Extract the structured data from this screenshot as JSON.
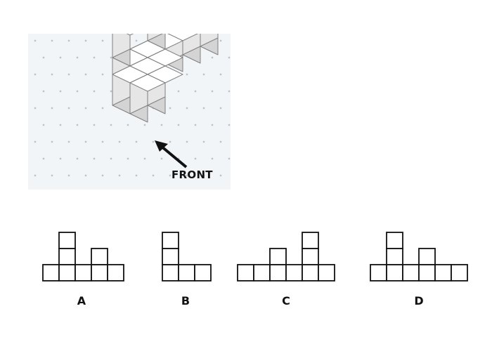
{
  "figure": {
    "front_label": "FRONT",
    "colors": {
      "panel_bg": "#f2f5f8",
      "grid_dot": "#bfc6cd",
      "cube_top": "#ffffff",
      "cube_left": "#d4d4d4",
      "cube_right": "#e6e6e6",
      "cube_edge": "#7f7f7f",
      "arrow": "#111111"
    }
  },
  "options": [
    {
      "label": "A",
      "base_count": 5,
      "columns": [
        {
          "col": 1,
          "height": 3
        },
        {
          "col": 3,
          "height": 2
        }
      ]
    },
    {
      "label": "B",
      "base_count": 3,
      "columns": [
        {
          "col": 0,
          "height": 3
        }
      ]
    },
    {
      "label": "C",
      "base_count": 6,
      "columns": [
        {
          "col": 2,
          "height": 2
        },
        {
          "col": 4,
          "height": 3
        }
      ]
    },
    {
      "label": "D",
      "base_count": 6,
      "columns": [
        {
          "col": 1,
          "height": 3
        },
        {
          "col": 3,
          "height": 2
        }
      ]
    }
  ]
}
